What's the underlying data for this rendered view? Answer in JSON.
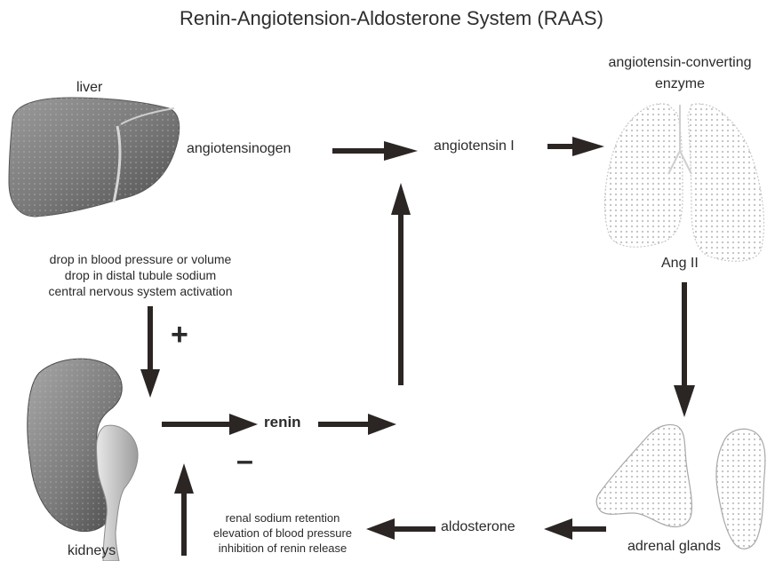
{
  "title": "Renin-Angiotension-Aldosterone System (RAAS)",
  "labels": {
    "liver": "liver",
    "angiotensinogen": "angiotensinogen",
    "angiotensin_1": "angiotensin I",
    "ace_line1": "angiotensin-converting",
    "ace_line2": "enzyme",
    "ang2": "Ang II",
    "renin": "renin",
    "aldosterone": "aldosterone",
    "adrenal_glands": "adrenal glands",
    "kidneys": "kidneys"
  },
  "stimuli": [
    "drop in blood pressure or volume",
    "drop in distal tubule sodium",
    "central nervous system activation"
  ],
  "feedback": [
    "renal sodium retention",
    "elevation of blood pressure",
    "inhibition of renin release"
  ],
  "signs": {
    "plus": "+",
    "minus": "–"
  }
}
